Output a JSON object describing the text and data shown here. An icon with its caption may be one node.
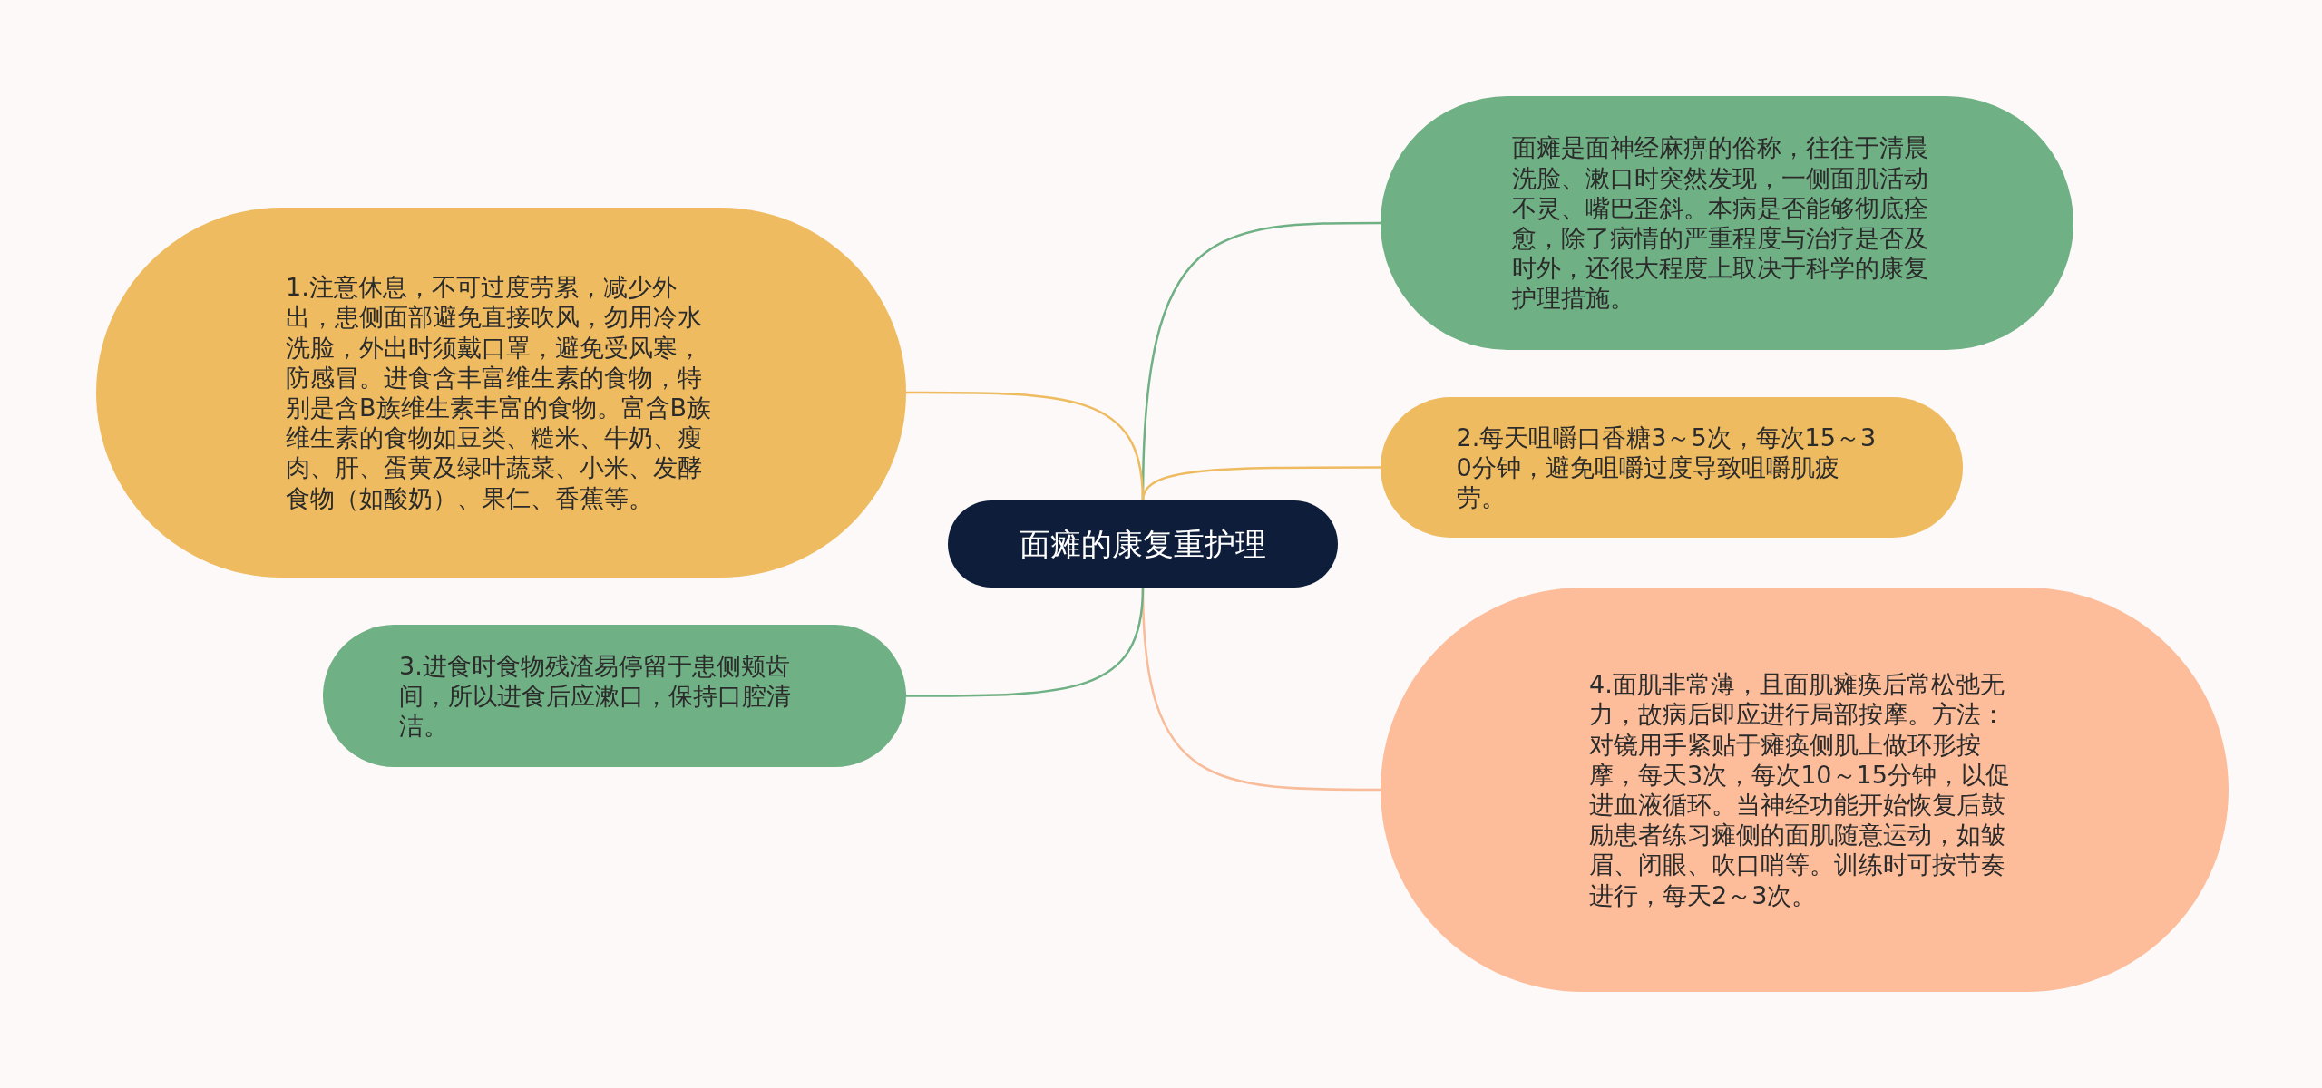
{
  "diagram": {
    "nodes": [
      {
        "text": [
          "面瘫的康复重护理"
        ]
      },
      {
        "text": [
          "面瘫是面神经麻痹的俗称，往往于清晨洗脸、漱口时突然发现，一侧面肌活动不灵、嘴巴歪斜。本病是否能够彻底痊愈，除了病情的严重程度与治疗是否及时外，还很大程度上取决于科学的康复护理措施。"
        ]
      },
      {
        "text": [
          "2.每天咀嚼口香糖3～5次，每次15～30分钟，避免咀嚼过度导致咀嚼肌疲劳。"
        ]
      },
      {
        "text": [
          "4.面肌非常薄，且面肌瘫痪后常松弛无力，故病后即应进行局部按摩。方法：对镜用手紧贴于瘫痪侧肌上做环形按摩，每天3次，每次10～15分钟，以促进血液循环。当神经功能开始恢复后鼓励患者练习瘫侧的面肌随意运动，如皱眉、闭眼、吹口哨等。训练时可按节奏进行，每天2～3次。"
        ]
      },
      {
        "text": [
          "1.注意休息，不可过度劳累，减少外出，患侧面部避免直接吹风，勿用冷水洗脸，外出时须戴口罩，避免受风寒，防感冒。进食含丰富维生素的食物，特别是含B族维生素丰富的食物。富含B族维生素的食物如豆类、糙米、牛奶、瘦肉、肝、蛋黄及绿叶蔬菜、小米、发酵食物（如酸奶）、果仁、香蕉等。"
        ]
      },
      {
        "text": [
          "3.进食时食物残渣易停留于患侧颊齿间，所以进食后应漱口，保持口腔清洁。"
        ]
      }
    ],
    "edges": [
      {
        "from": 0,
        "to": 1,
        "arrow": "none",
        "color": "#70b085"
      },
      {
        "from": 0,
        "to": 2,
        "arrow": "none",
        "color": "#efbb61"
      },
      {
        "from": 0,
        "to": 3,
        "arrow": "none",
        "color": "#f8bc9a"
      },
      {
        "from": 0,
        "to": 4,
        "arrow": "none",
        "color": "#efbb61"
      },
      {
        "from": 0,
        "to": 5,
        "arrow": "none",
        "color": "#70b085"
      }
    ]
  }
}
